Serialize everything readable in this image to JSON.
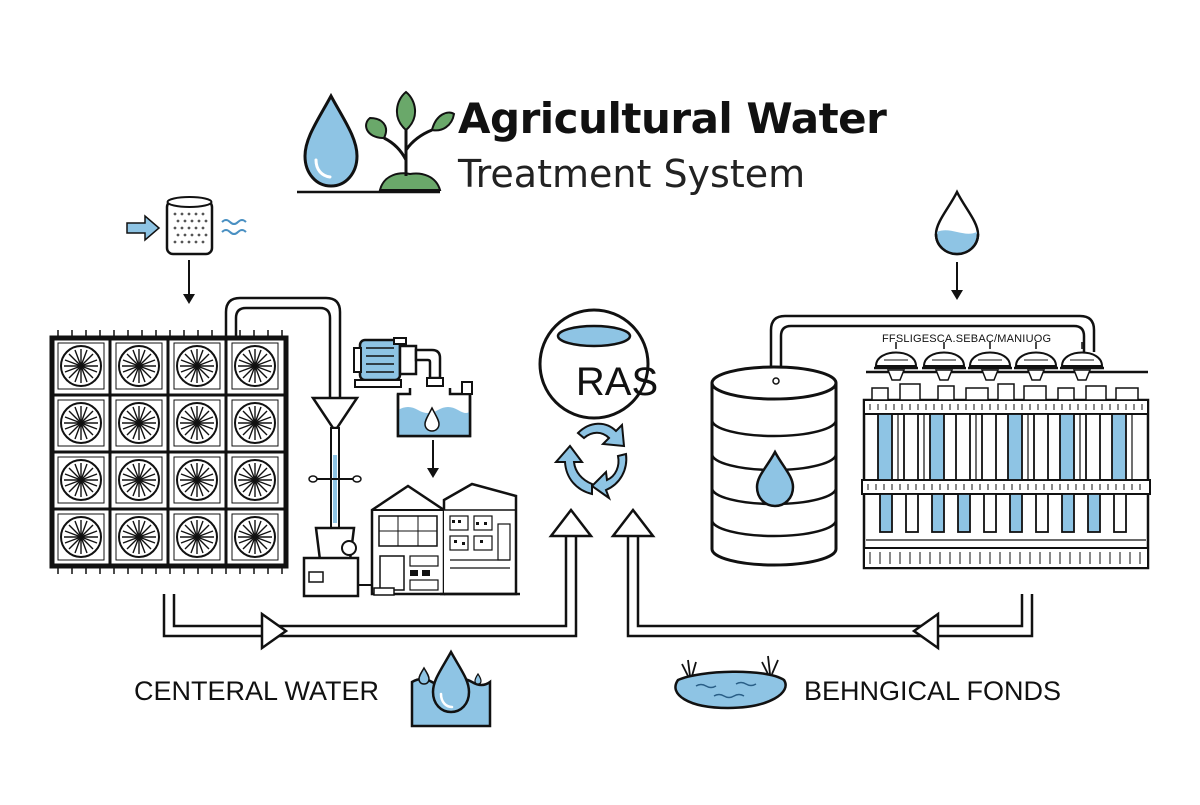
{
  "title": {
    "line1": "Agricultural Water",
    "line2": "Treatment System"
  },
  "center": {
    "label": "RAS"
  },
  "labels": {
    "left": "CENTERAL WATER",
    "right": "BEHNGICAL FONDS",
    "rack": "FFSLIGESCA.SEBAC/MANIUOG"
  },
  "icons": [
    "water-drop-icon",
    "plant-sprout-icon",
    "filter-cartridge-icon",
    "flow-arrow-icon",
    "solar-fan-array-icon",
    "pump-icon",
    "settling-tank-icon",
    "recycle-arrows-icon",
    "storage-tank-icon",
    "filtration-rack-icon",
    "pond-icon"
  ],
  "colors": {
    "accent": "#8ec4e4",
    "stroke": "#111111",
    "sprout": "#6aa86a"
  }
}
